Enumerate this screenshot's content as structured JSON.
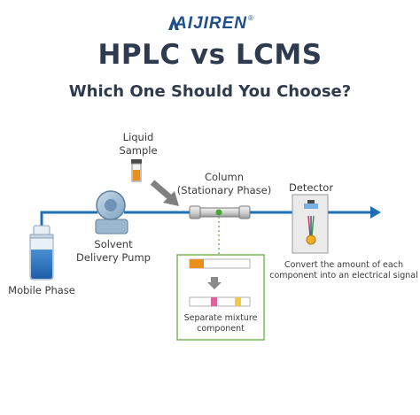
{
  "brand": {
    "name": "AIJIREN",
    "mark": "®"
  },
  "header": {
    "title": "HPLC vs LCMS",
    "subtitle": "Which One Should You Choose?"
  },
  "diagram": {
    "liquid_sample": [
      "Liquid",
      "Sample"
    ],
    "column": [
      "Column",
      "(Stationary Phase)"
    ],
    "detector": "Detector",
    "pump": [
      "Solvent",
      "Delivery Pump"
    ],
    "mobile_phase": "Mobile Phase",
    "detector_note": [
      "Convert the amount of each",
      "component into an electrical signal"
    ],
    "separation_note": [
      "Separate mixture",
      "component"
    ]
  },
  "colors": {
    "flow": "#1b6fb5",
    "text_dark": "#2e3a4d",
    "logo": "#1f4f8a",
    "sample_orange": "#e8901a",
    "band_pink": "#e0609a",
    "band_yellow": "#f0c84a",
    "box_green": "#7ab55a",
    "arrow_gray": "#808080"
  }
}
